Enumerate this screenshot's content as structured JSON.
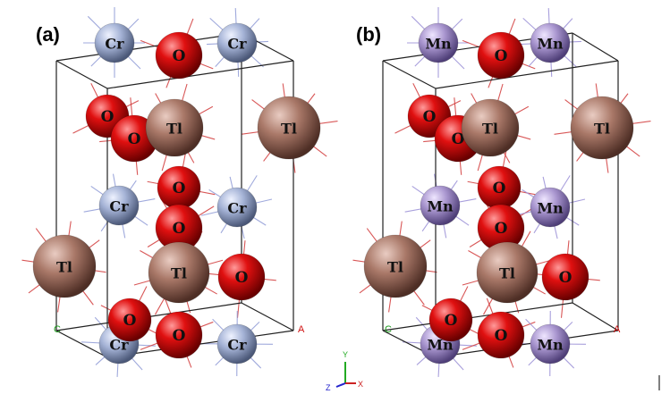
{
  "panels": [
    {
      "label": "(a)",
      "corner_labels": {
        "origin": "C",
        "axis": "A"
      },
      "atoms": [
        {
          "el": "Cr",
          "label": "Cr"
        },
        {
          "el": "O",
          "label": "O"
        },
        {
          "el": "Cr",
          "label": "Cr"
        },
        {
          "el": "O",
          "label": "O"
        },
        {
          "el": "O",
          "label": "O"
        },
        {
          "el": "Tl",
          "label": "Tl"
        },
        {
          "el": "Tl",
          "label": "Tl"
        },
        {
          "el": "O",
          "label": "O"
        },
        {
          "el": "Cr",
          "label": "Cr"
        },
        {
          "el": "O",
          "label": "O"
        },
        {
          "el": "Cr",
          "label": "Cr"
        },
        {
          "el": "Tl",
          "label": "Tl"
        },
        {
          "el": "Tl",
          "label": "Tl"
        },
        {
          "el": "O",
          "label": "O"
        },
        {
          "el": "O",
          "label": "O"
        },
        {
          "el": "Cr",
          "label": "Cr"
        },
        {
          "el": "O",
          "label": "O"
        },
        {
          "el": "Cr",
          "label": "Cr"
        }
      ]
    },
    {
      "label": "(b)",
      "corner_labels": {
        "origin": "C",
        "axis": "A"
      },
      "atoms": [
        {
          "el": "Mn",
          "label": "Mn"
        },
        {
          "el": "O",
          "label": "O"
        },
        {
          "el": "Mn",
          "label": "Mn"
        },
        {
          "el": "O",
          "label": "O"
        },
        {
          "el": "O",
          "label": "O"
        },
        {
          "el": "Tl",
          "label": "Tl"
        },
        {
          "el": "Tl",
          "label": "Tl"
        },
        {
          "el": "O",
          "label": "O"
        },
        {
          "el": "Mn",
          "label": "Mn"
        },
        {
          "el": "O",
          "label": "O"
        },
        {
          "el": "Mn",
          "label": "Mn"
        },
        {
          "el": "Tl",
          "label": "Tl"
        },
        {
          "el": "Tl",
          "label": "Tl"
        },
        {
          "el": "O",
          "label": "O"
        },
        {
          "el": "O",
          "label": "O"
        },
        {
          "el": "Mn",
          "label": "Mn"
        },
        {
          "el": "O",
          "label": "O"
        },
        {
          "el": "Mn",
          "label": "Mn"
        }
      ]
    }
  ],
  "axis_triad": {
    "y": "Y",
    "z": "Z",
    "x": "X"
  },
  "colors": {
    "Cr": "#a5b3d6",
    "Mn": "#a996cf",
    "O": "#e01010",
    "Tl": "#a97868",
    "cell_edge": "#222222",
    "bond_Cr": "#8f9bd6",
    "bond_Mn": "#9a8fd6",
    "bond_O": "#d23a3a",
    "corner_origin": "#1a9a1a",
    "corner_axis": "#d01010",
    "axis_y": "#22aa22",
    "axis_z": "#2222cc",
    "axis_x": "#cc2222"
  }
}
